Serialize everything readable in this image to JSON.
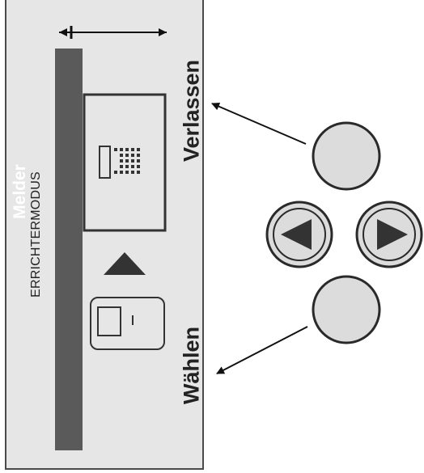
{
  "screen": {
    "mode_label": "ERRICHTERMODUS",
    "bar_label": "Melder",
    "action_top": "Verlassen",
    "action_bottom": "Wählen"
  },
  "icons": {
    "width_arrow": "double-arrow-horizontal-icon",
    "detector_panel": "control-panel-icon",
    "up_triangle": "triangle-up-icon",
    "detector_small": "detector-icon"
  },
  "keypad": {
    "buttons": [
      "top-button",
      "left-button",
      "right-button",
      "bottom-button"
    ],
    "colors": {
      "button_fill": "#dcdcdc",
      "outline": "#2a2a2a",
      "triangle": "#333333"
    }
  }
}
